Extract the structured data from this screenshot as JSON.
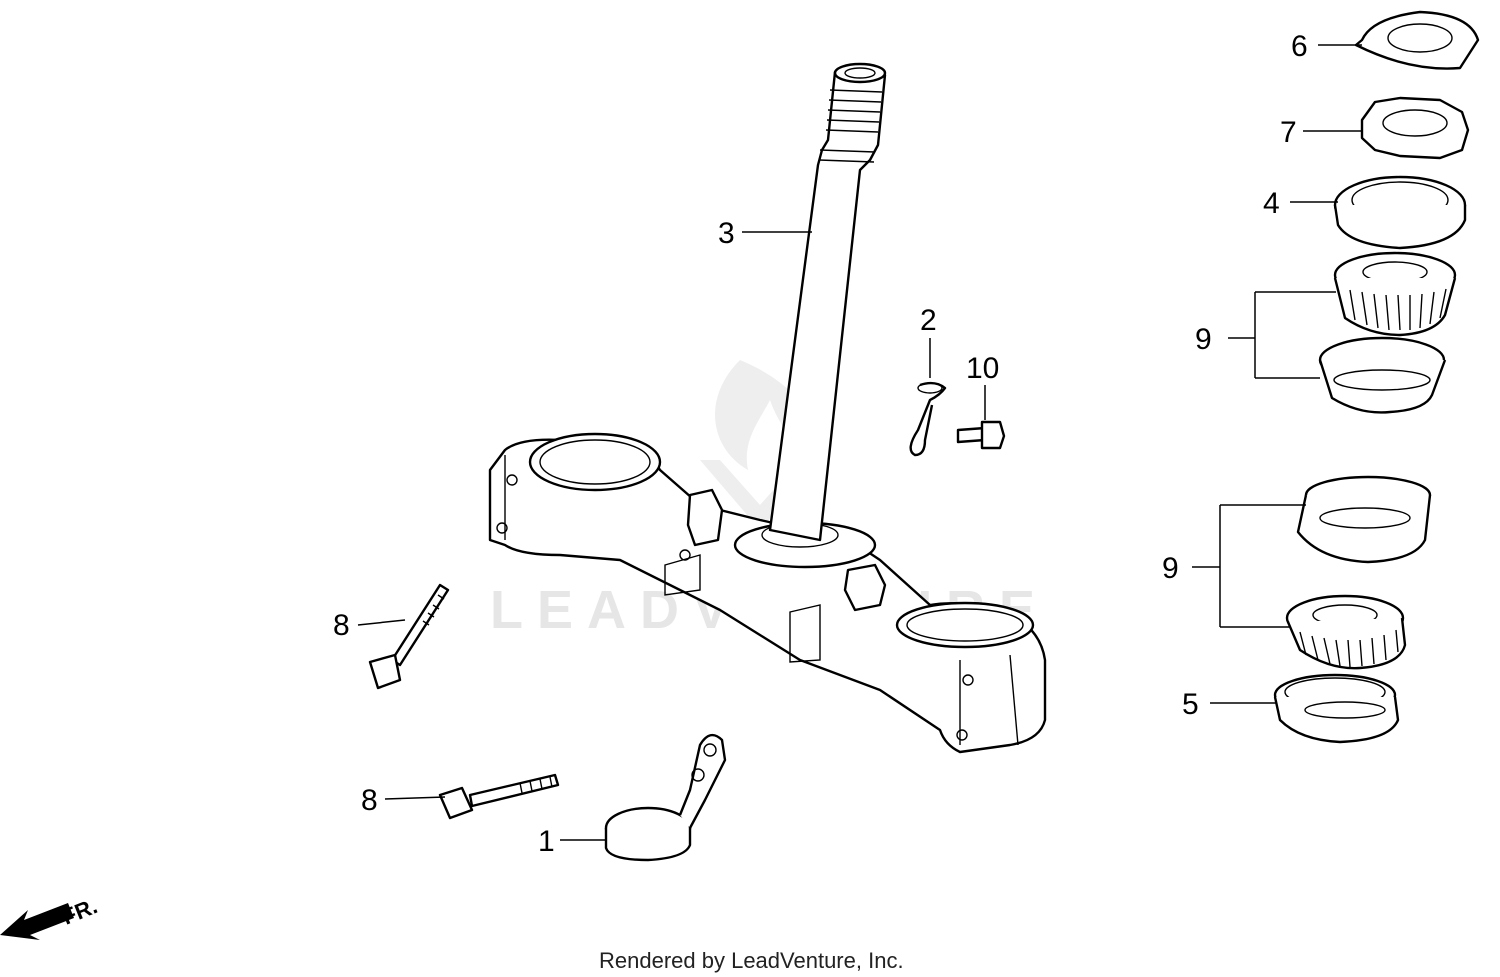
{
  "diagram": {
    "callouts": [
      {
        "id": "c1",
        "label": "1"
      },
      {
        "id": "c2",
        "label": "2"
      },
      {
        "id": "c3",
        "label": "3"
      },
      {
        "id": "c4",
        "label": "4"
      },
      {
        "id": "c5",
        "label": "5"
      },
      {
        "id": "c6",
        "label": "6"
      },
      {
        "id": "c7",
        "label": "7"
      },
      {
        "id": "c8a",
        "label": "8"
      },
      {
        "id": "c8b",
        "label": "8"
      },
      {
        "id": "c9a",
        "label": "9"
      },
      {
        "id": "c9b",
        "label": "9"
      },
      {
        "id": "c10",
        "label": "10"
      }
    ],
    "direction_label": "FR.",
    "watermark_text": "LEADVENTURE",
    "footer": "Rendered by LeadVenture, Inc."
  }
}
